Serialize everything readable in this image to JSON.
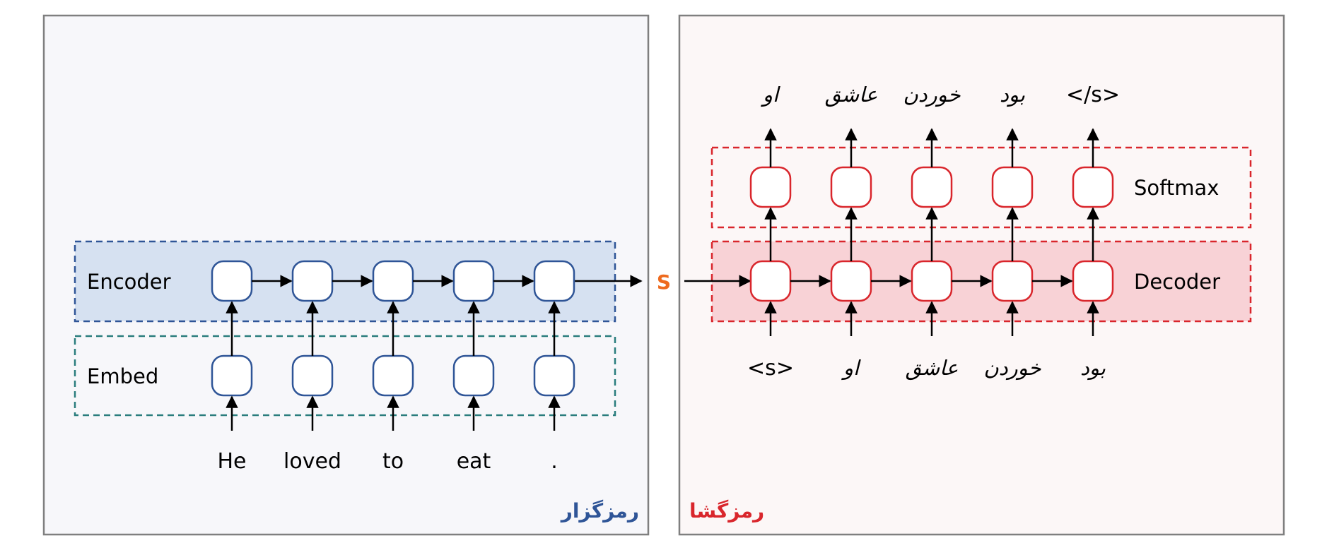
{
  "colors": {
    "encoder_accent": "#2f5597",
    "decoder_accent": "#d9262c",
    "embed_accent": "#2a7d7d",
    "state_accent": "#ee6a1e",
    "encoder_panel_bg": "#f7f7fa",
    "decoder_panel_bg": "#fcf7f7",
    "encoder_band_fill": "#d6e1f1",
    "decoder_band_fill": "#f8d2d6"
  },
  "encoder_panel": {
    "title": "رمزگزار",
    "encoder_label": "Encoder",
    "embed_label": "Embed",
    "input_tokens": [
      "He",
      "loved",
      "to",
      "eat",
      "."
    ]
  },
  "state_label": "S",
  "decoder_panel": {
    "title": "رمزگشا",
    "decoder_label": "Decoder",
    "softmax_label": "Softmax",
    "input_tokens": [
      "<s>",
      "او",
      "عاشق",
      "خوردن",
      "بود"
    ],
    "output_tokens": [
      "او",
      "عاشق",
      "خوردن",
      "بود",
      "</s>"
    ]
  }
}
